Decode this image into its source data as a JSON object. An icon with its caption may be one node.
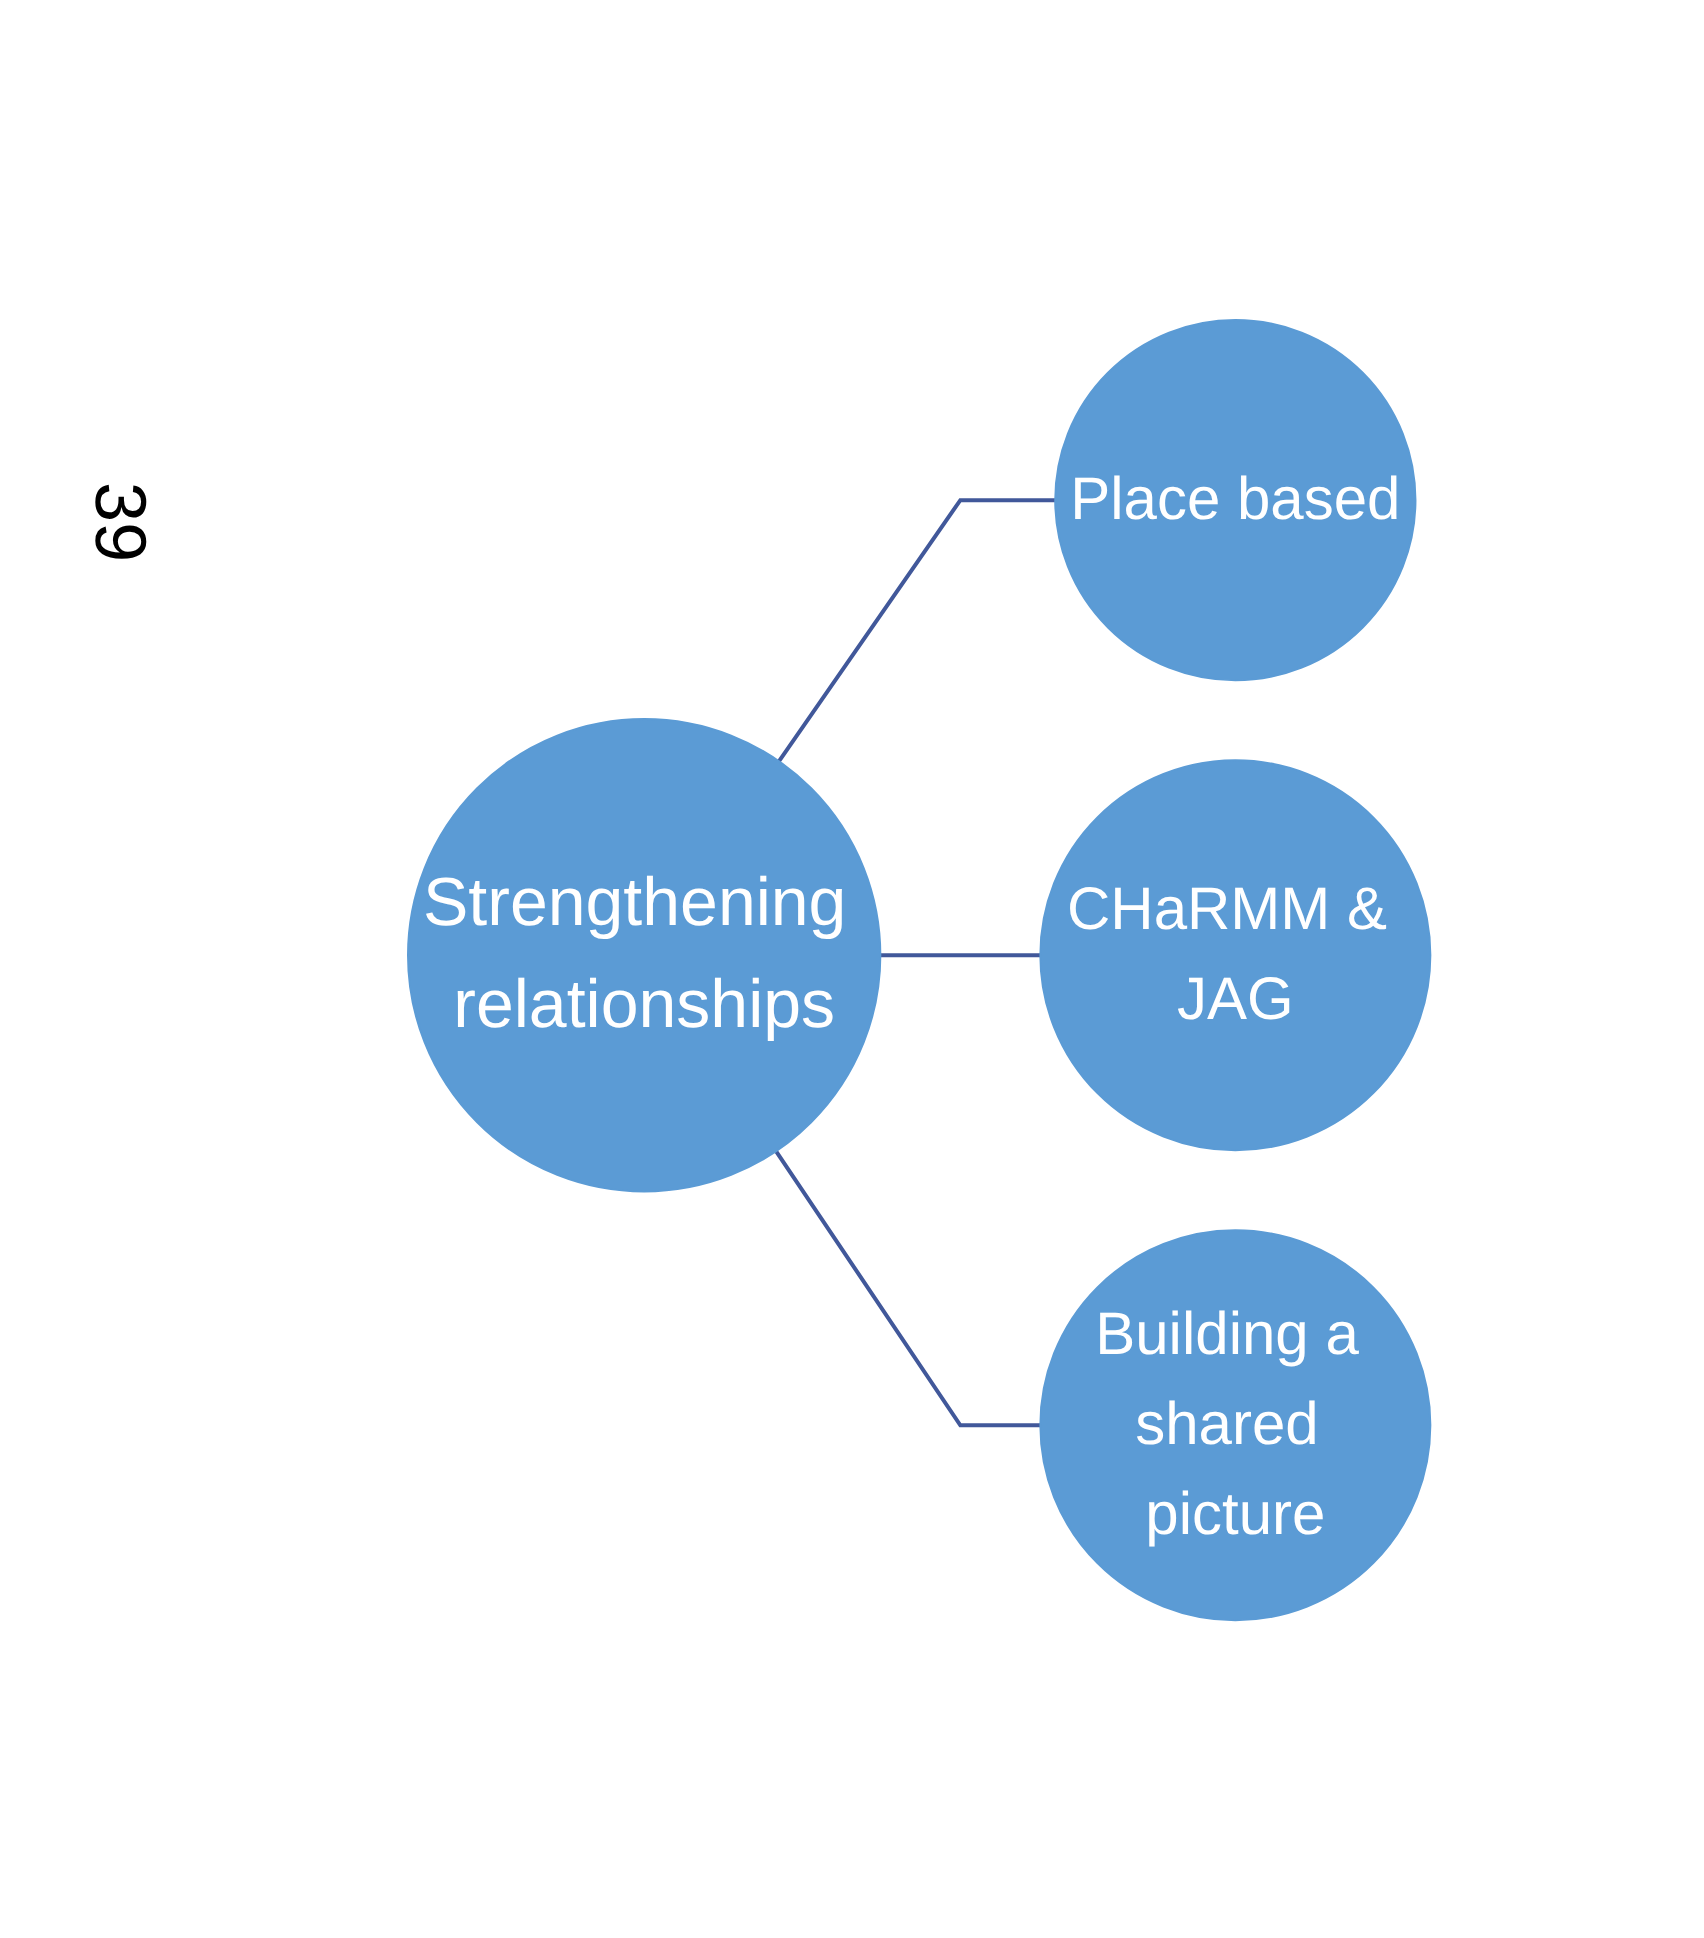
{
  "diagram": {
    "nodes": [
      {
        "text": [
          "Strengthening relationships"
        ]
      },
      {
        "text": [
          "Place based"
        ]
      },
      {
        "text": [
          "CHaRMM & JAG"
        ]
      },
      {
        "text": [
          "Building a shared picture"
        ]
      }
    ],
    "edges": [
      {
        "from": 0,
        "to": 1,
        "arrow": "none"
      },
      {
        "from": 0,
        "to": 2,
        "arrow": "none"
      },
      {
        "from": 0,
        "to": 3,
        "arrow": "none"
      }
    ],
    "labels": [
      "39"
    ]
  }
}
